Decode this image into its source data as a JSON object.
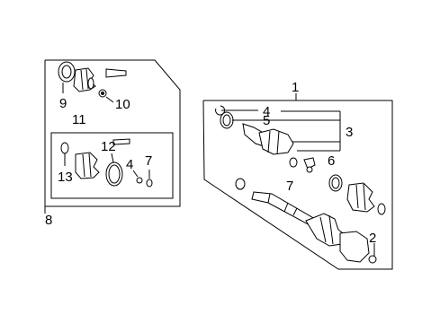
{
  "callouts": {
    "c1": "1",
    "c2": "2",
    "c3": "3",
    "c4a": "4",
    "c4b": "4",
    "c5": "5",
    "c6": "6",
    "c7a": "7",
    "c7b": "7",
    "c8": "8",
    "c9": "9",
    "c10": "10",
    "c11": "11",
    "c12": "12",
    "c13": "13"
  }
}
